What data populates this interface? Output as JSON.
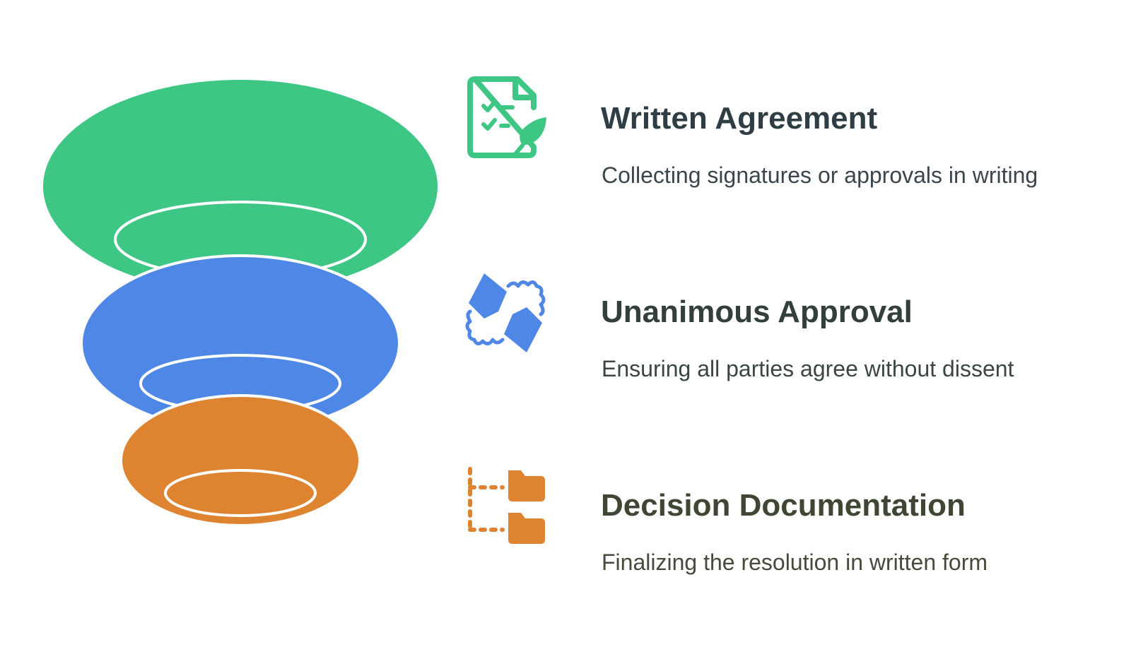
{
  "colors": {
    "green": "#3EC685",
    "blue": "#4E87E6",
    "orange": "#DE8330",
    "title_1": "#2F3E45",
    "title_2": "#33403A",
    "title_3": "#3F4633",
    "desc_1": "#3A464B",
    "desc_2": "#3A4640",
    "desc_3": "#454A3A"
  },
  "items": [
    {
      "title": "Written Agreement",
      "description": "Collecting signatures or approvals in writing",
      "icon": "document-checklist-pen-icon",
      "color": "#3EC685"
    },
    {
      "title": "Unanimous Approval",
      "description": "Ensuring all parties agree without dissent",
      "icon": "handshake-icon",
      "color": "#4E87E6"
    },
    {
      "title": "Decision Documentation",
      "description": "Finalizing the resolution in written form",
      "icon": "folder-tree-icon",
      "color": "#DE8330"
    }
  ]
}
